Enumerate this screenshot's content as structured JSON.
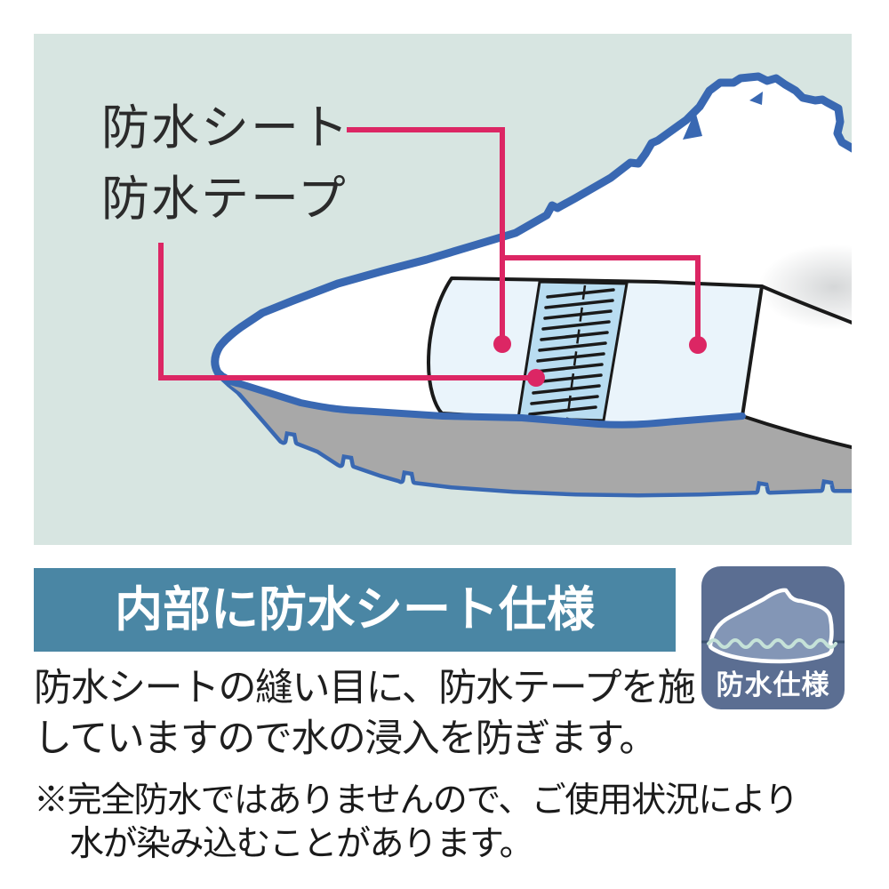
{
  "illustration": {
    "label_sheet": "防水シート",
    "label_tape": "防水テープ"
  },
  "banner": {
    "title": "内部に防水シート仕様"
  },
  "badge": {
    "label": "防水仕様"
  },
  "description": {
    "line1": "防水シートの縫い目に、防水テープを施",
    "line2": "していますので水の浸入を防ぎます。"
  },
  "note": {
    "line1": "※完全防水ではありませんので、ご使用状況により",
    "line2": "水が染み込むことがあります。"
  },
  "colors": {
    "background_mint": "#d7e5e1",
    "shoe_outline_blue": "#3968b2",
    "annotation_pink": "#dc2664",
    "cutaway_panel_fill": "#eaf4fb",
    "tape_band_fill": "#b9ddf1",
    "sole_gray": "#a8a8a8",
    "banner_teal": "#4a86a4",
    "badge_blue": "#5b6e92",
    "badge_shoe_fill": "#8396b6",
    "badge_wave_mint": "#c5e2d8"
  }
}
